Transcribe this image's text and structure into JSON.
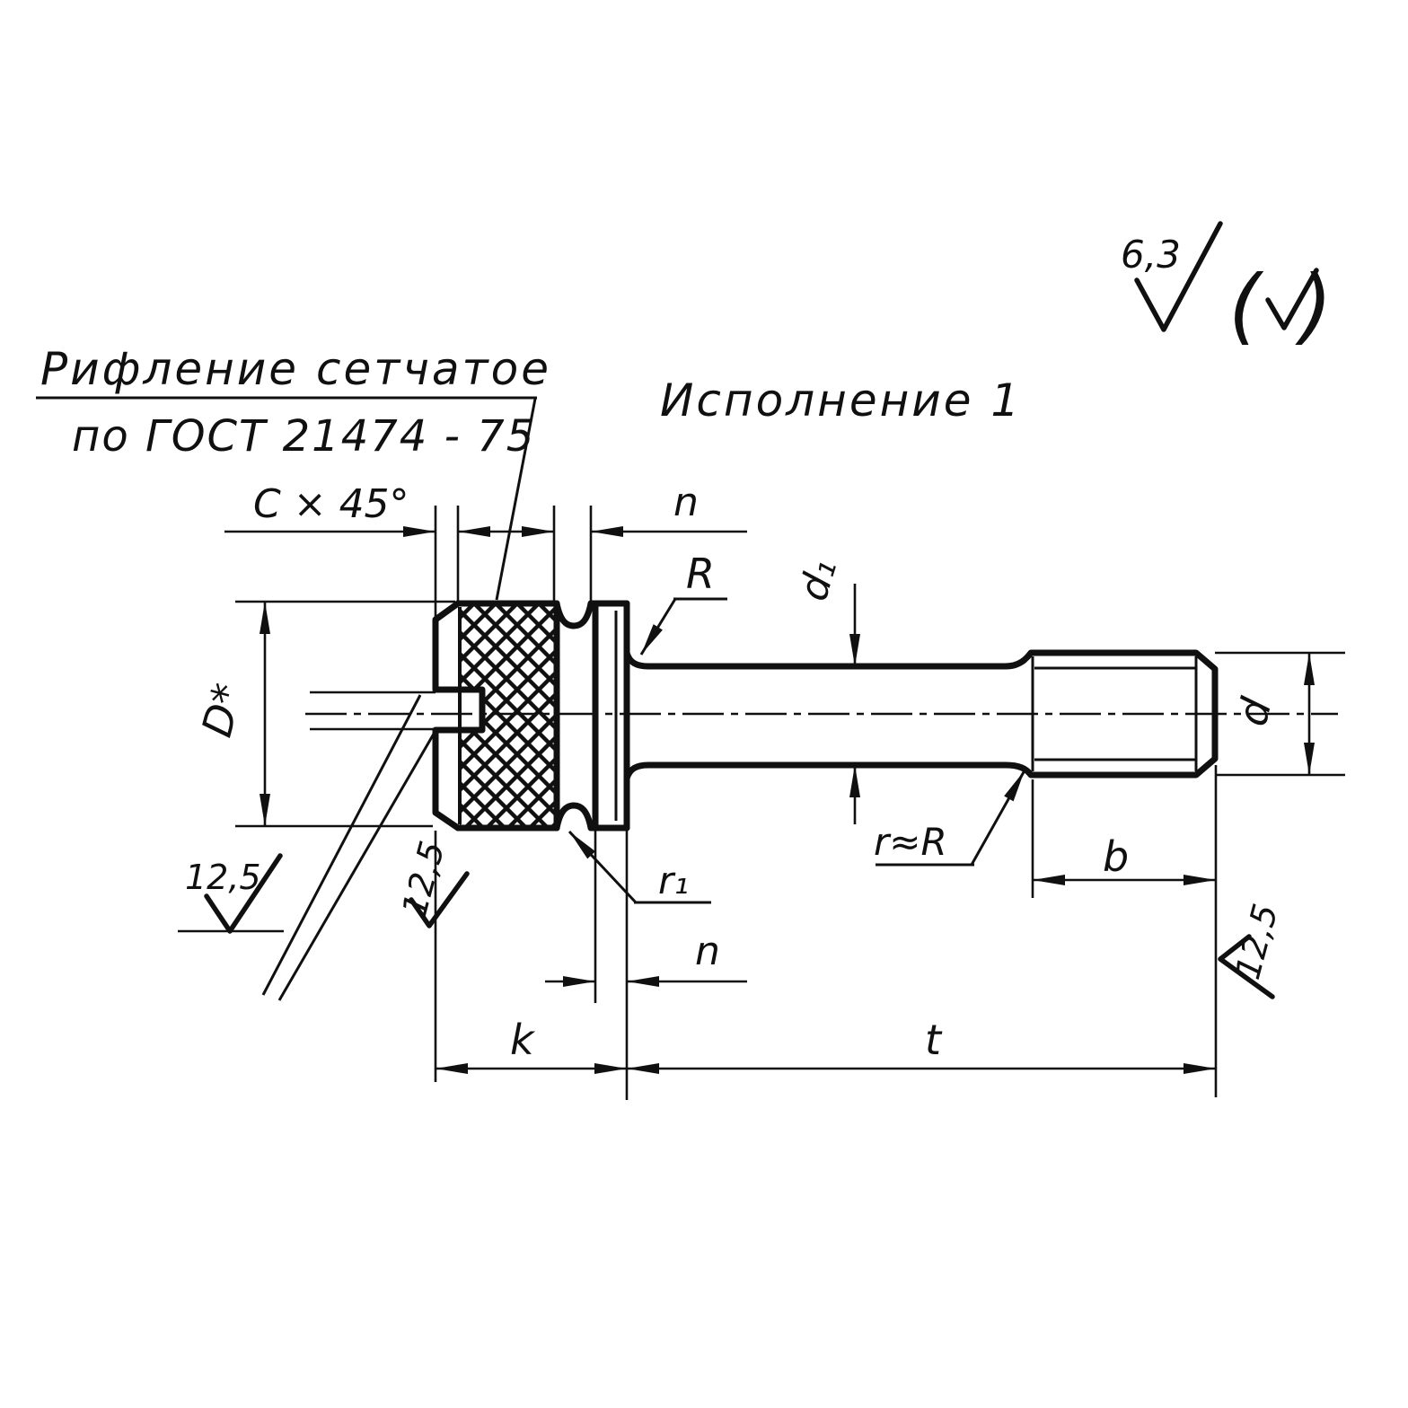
{
  "knurl_note": {
    "line1": "Рифление сетчатое",
    "line2": "по ГОСТ 21474 - 75"
  },
  "version_label": "Исполнение 1",
  "roughness": {
    "general": "6,3",
    "paren_open": "(",
    "paren_close": ")",
    "slot": "12,5",
    "head_side": "12,5",
    "shank_end": "12,5"
  },
  "dim_labels": {
    "chamfer": "C × 45°",
    "groove_width": "n",
    "head_fillet": "R",
    "shank_diameter": "d₁",
    "head_diameter": "D*",
    "groove_radius": "r₁",
    "transition_radius": "r≈R",
    "thread_length": "b",
    "thread_diameter": "d",
    "flange_width": "n",
    "head_length": "k",
    "shank_length": "t"
  }
}
